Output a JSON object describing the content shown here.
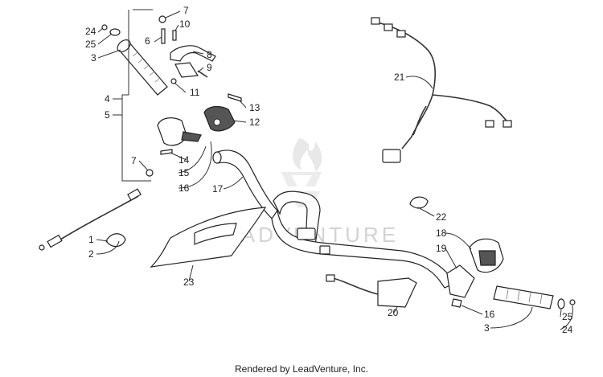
{
  "watermark": {
    "text": "LEADVENTURE"
  },
  "footer": {
    "text": "Rendered by LeadVenture, Inc."
  },
  "callouts": [
    {
      "id": "c24a",
      "text": "24",
      "part": "grip-end-plug-left"
    },
    {
      "id": "c25a",
      "text": "25",
      "part": "grip-end-washer-left"
    },
    {
      "id": "c3a",
      "text": "3",
      "part": "handlebar-grip-left"
    },
    {
      "id": "c7a",
      "text": "7",
      "part": "screw-top"
    },
    {
      "id": "c10",
      "text": "10",
      "part": "pin"
    },
    {
      "id": "c6",
      "text": "6",
      "part": "bolt"
    },
    {
      "id": "c8",
      "text": "8",
      "part": "brake-lever"
    },
    {
      "id": "c9",
      "text": "9",
      "part": "brake-switch"
    },
    {
      "id": "c11",
      "text": "11",
      "part": "nut"
    },
    {
      "id": "c4",
      "text": "4",
      "part": "brake-assembly-bracket-a"
    },
    {
      "id": "c5",
      "text": "5",
      "part": "brake-assembly-bracket-b"
    },
    {
      "id": "c13",
      "text": "13",
      "part": "switch-clip"
    },
    {
      "id": "c12",
      "text": "12",
      "part": "left-switch-housing"
    },
    {
      "id": "c7b",
      "text": "7",
      "part": "screw-bottom"
    },
    {
      "id": "c14",
      "text": "14",
      "part": "lever-housing"
    },
    {
      "id": "c15",
      "text": "15",
      "part": "housing-screw"
    },
    {
      "id": "c16a",
      "text": "16",
      "part": "housing-clamp-left"
    },
    {
      "id": "c17",
      "text": "17",
      "part": "handlebar"
    },
    {
      "id": "c21",
      "text": "21",
      "part": "wiring-harness"
    },
    {
      "id": "c1",
      "text": "1",
      "part": "cable-clamp"
    },
    {
      "id": "c2",
      "text": "2",
      "part": "throttle-cable"
    },
    {
      "id": "c23",
      "text": "23",
      "part": "handlebar-pad"
    },
    {
      "id": "c22",
      "text": "22",
      "part": "clamp-ring"
    },
    {
      "id": "c18",
      "text": "18",
      "part": "throttle-housing"
    },
    {
      "id": "c19",
      "text": "19",
      "part": "throttle-bracket"
    },
    {
      "id": "c20",
      "text": "20",
      "part": "heater-element"
    },
    {
      "id": "c16b",
      "text": "16",
      "part": "housing-screw-right"
    },
    {
      "id": "c3b",
      "text": "3",
      "part": "handlebar-grip-right"
    },
    {
      "id": "c25b",
      "text": "25",
      "part": "grip-end-washer-right"
    },
    {
      "id": "c24b",
      "text": "24",
      "part": "grip-end-plug-right"
    }
  ]
}
